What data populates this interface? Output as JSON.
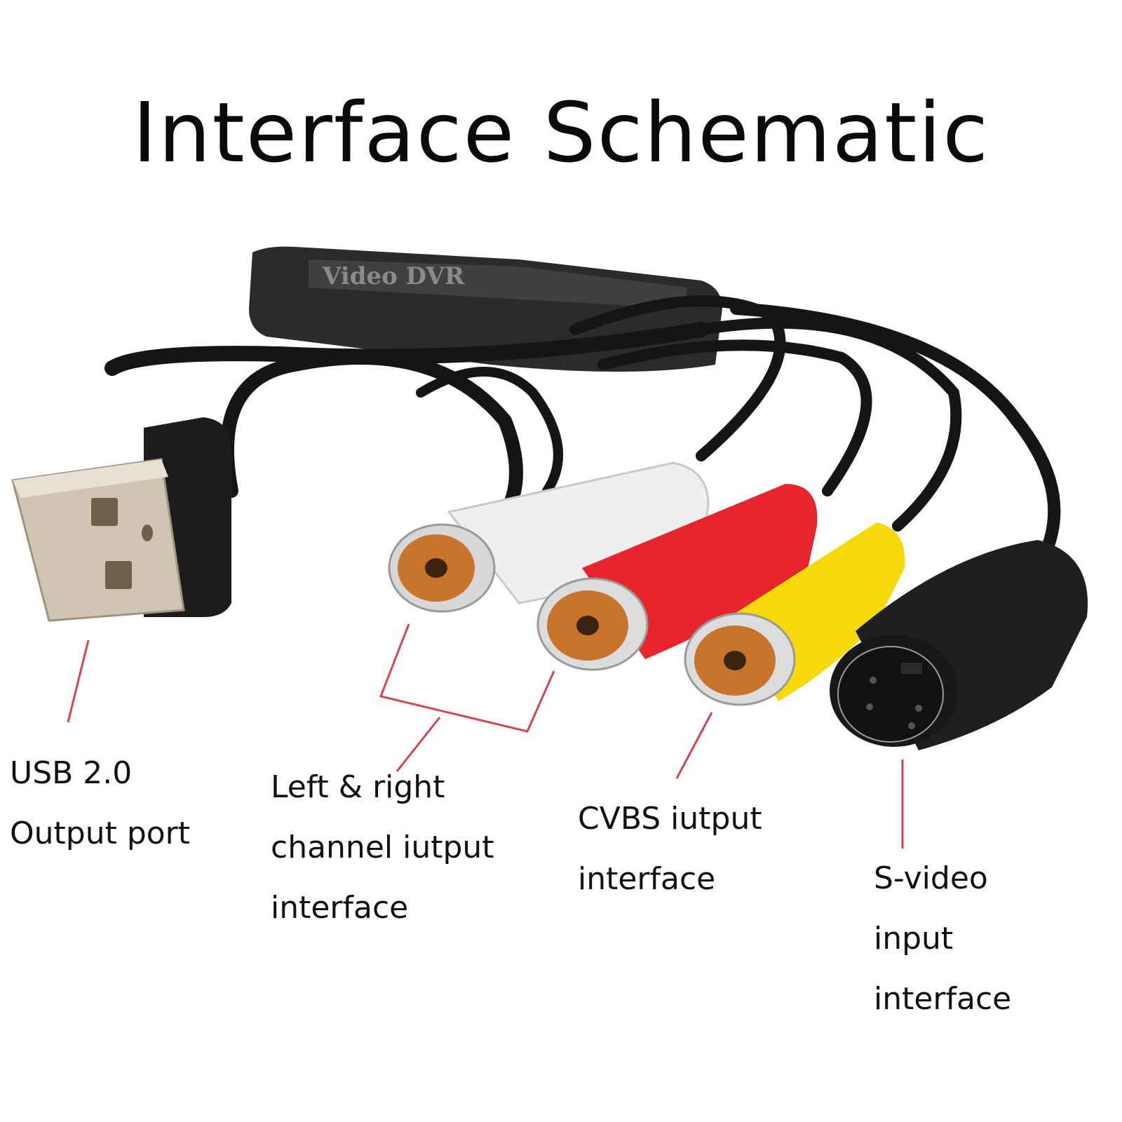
{
  "title": "Interface Schematic",
  "device_text": "Video DVR",
  "colors": {
    "leader_line": "#d9434c",
    "usb_metal": "#c9bfae",
    "cable_black": "#1a1a1a",
    "rca_white": "#f2f2f2",
    "rca_red": "#e8242c",
    "rca_yellow": "#f5d90a",
    "rca_core": "#c8742c"
  },
  "labels": [
    {
      "id": "usb",
      "lines": [
        "USB 2.0",
        "Output port"
      ]
    },
    {
      "id": "audio",
      "lines": [
        "Left & right",
        "channel iutput",
        "interface"
      ]
    },
    {
      "id": "cvbs",
      "lines": [
        "CVBS iutput",
        "interface"
      ]
    },
    {
      "id": "svideo",
      "lines": [
        "S-video",
        "input",
        "interface"
      ]
    }
  ]
}
